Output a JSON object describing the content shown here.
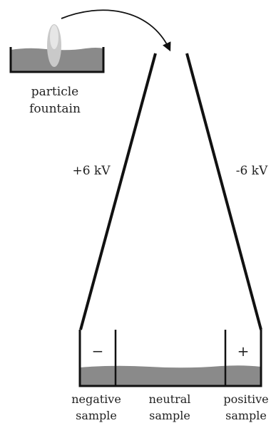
{
  "fountain": {
    "line1": "particle",
    "line2": "fountain"
  },
  "plates": {
    "left_voltage": "+6 kV",
    "right_voltage": "-6 kV"
  },
  "samples": {
    "negative_sign": "−",
    "positive_sign": "+",
    "negative_line1": "negative",
    "negative_line2": "sample",
    "neutral_line1": "neutral",
    "neutral_line2": "sample",
    "positive_line1": "positive",
    "positive_line2": "sample"
  },
  "colors": {
    "liquid": "#8a8a8a",
    "spray_outer": "#c9c9c9",
    "spray_inner": "#e6e6e6",
    "stroke": "#111111"
  }
}
